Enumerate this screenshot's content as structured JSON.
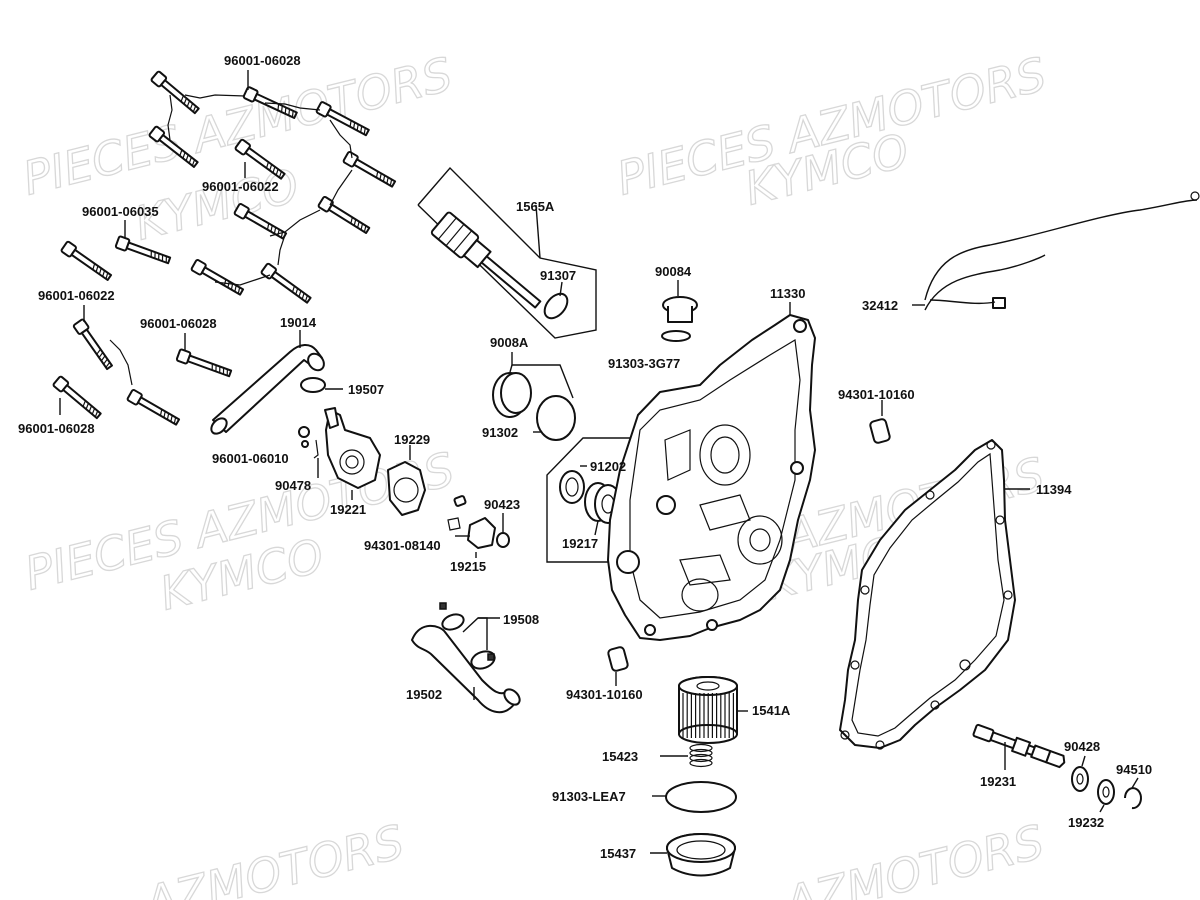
{
  "watermarks": [
    "PIECES AZMOTORS",
    "KYMCO",
    "PIECES AZMOTORS",
    "KYMCO",
    "PIECES AZMOTORS",
    "KYMCO",
    "PIECES AZMOTORS",
    "KYMCO",
    "AZMOTORS",
    "AZMOTORS"
  ],
  "labels": {
    "p96001_06028_top": "96001-06028",
    "p96001_06022_a": "96001-06022",
    "p96001_06035": "96001-06035",
    "p96001_06022_b": "96001-06022",
    "p96001_06028_mid": "96001-06028",
    "p96001_06028_bot": "96001-06028",
    "p1565A": "1565A",
    "p91307": "91307",
    "p90084": "90084",
    "p91303_3G77": "91303-3G77",
    "p11330": "11330",
    "p32412": "32412",
    "p19014": "19014",
    "p19507": "19507",
    "p9008A": "9008A",
    "p91302": "91302",
    "p94301_10160_a": "94301-10160",
    "p96001_06010": "96001-06010",
    "p90478": "90478",
    "p19229": "19229",
    "p91202": "91202",
    "p11394": "11394",
    "p19221": "19221",
    "p90423": "90423",
    "p19217": "19217",
    "p94301_08140": "94301-08140",
    "p19215": "19215",
    "p19508": "19508",
    "p19502": "19502",
    "p94301_10160_b": "94301-10160",
    "p1541A": "1541A",
    "p15423": "15423",
    "p91303_LEA7": "91303-LEA7",
    "p15437": "15437",
    "p90428": "90428",
    "p94510": "94510",
    "p19231": "19231",
    "p19232": "19232"
  }
}
